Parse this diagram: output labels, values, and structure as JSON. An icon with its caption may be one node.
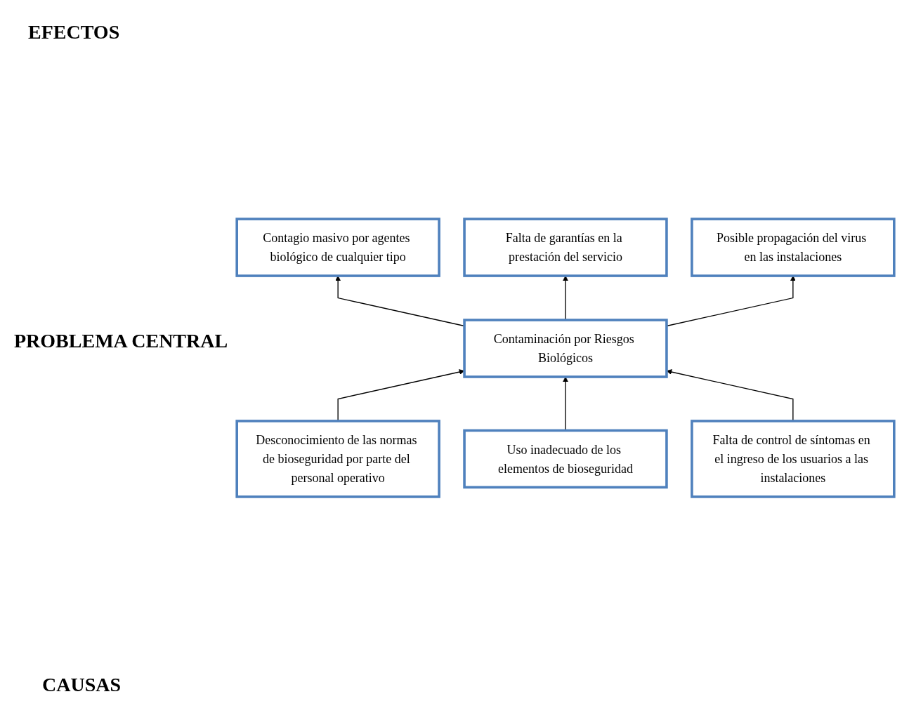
{
  "diagram": {
    "nodes": [
      {
        "text": [
          "Contagio masivo por agentes biológico de cualquier tipo"
        ]
      },
      {
        "text": [
          "Falta de garantías en la prestación del servicio"
        ]
      },
      {
        "text": [
          "Posible propagación del virus en las instalaciones"
        ]
      },
      {
        "text": [
          "Contaminación por Riesgos Biológicos"
        ]
      },
      {
        "text": [
          "Desconocimiento de las normas de bioseguridad por parte del personal operativo"
        ]
      },
      {
        "text": [
          "Uso inadecuado de los elementos de bioseguridad"
        ]
      },
      {
        "text": [
          "Falta de control de síntomas en el ingreso de los usuarios a las instalaciones"
        ]
      }
    ],
    "edges": [
      {
        "from": 3,
        "to": 0,
        "arrow": "to"
      },
      {
        "from": 3,
        "to": 1,
        "arrow": "to"
      },
      {
        "from": 3,
        "to": 2,
        "arrow": "to"
      },
      {
        "from": 4,
        "to": 3,
        "arrow": "to"
      },
      {
        "from": 5,
        "to": 3,
        "arrow": "to"
      },
      {
        "from": 6,
        "to": 3,
        "arrow": "to"
      }
    ],
    "labels": [
      "EFECTOS",
      "PROBLEMA CENTRAL",
      "CAUSAS"
    ]
  }
}
